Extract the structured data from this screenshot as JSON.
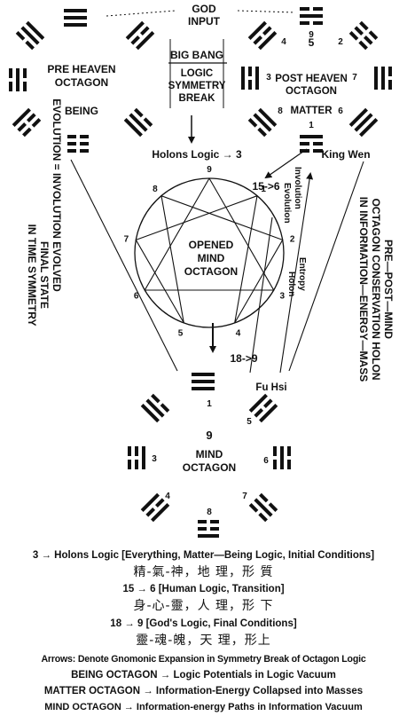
{
  "top": {
    "god_input": [
      "GOD",
      "INPUT"
    ],
    "big_bang": "BIG BANG",
    "logic_symmetry_break": [
      "LOGIC",
      "SYMMETRY",
      "BREAK"
    ],
    "holons_logic": "Holons Logic → 3"
  },
  "pre_heaven": {
    "title": [
      "PRE HEAVEN",
      "OCTAGON"
    ],
    "being": "BEING"
  },
  "post_heaven": {
    "top_number": "5",
    "title": [
      "POST HEAVEN",
      "OCTAGON"
    ],
    "matter": "MATTER",
    "numbers": [
      "4",
      "9",
      "2",
      "3",
      "7",
      "8",
      "1",
      "6"
    ],
    "king_wen": "King Wen"
  },
  "middle": {
    "left_vertical": [
      "EVOLUTION = INVOLUTION EVOLVED",
      "FINAL STATE",
      "IN TIME SYMMETRY"
    ],
    "right_vertical": [
      "PRE—POST—MIND",
      "OCTAGON CONSERVATION HOLON",
      "IN INFORMATION—ENERGY—MASS"
    ],
    "arrow_15_6": "15->6",
    "involution_evolution": [
      "Involution",
      "Evolution"
    ],
    "entropy_holon": [
      "Entropy",
      "Holon"
    ],
    "enneagram_title": [
      "OPENED",
      "MIND",
      "OCTAGON"
    ],
    "enneagram_numbers": [
      "9",
      "1",
      "2",
      "3",
      "4",
      "5",
      "6",
      "7",
      "8"
    ],
    "arrow_18_9": "18->9",
    "fu_hsi": "Fu Hsi"
  },
  "mind": {
    "center_number": "9",
    "title": [
      "MIND",
      "OCTAGON"
    ],
    "numbers": [
      "1",
      "5",
      "3",
      "6",
      "4",
      "7",
      "8"
    ]
  },
  "captions": [
    "3 → Holons Logic [Everything, Matter—Being Logic, Initial Conditions]",
    "精-氣-神，地 理，形 質",
    "15 → 6 [Human Logic, Transition]",
    "身-心-靈，人 理，形 下",
    "18 → 9 [God's Logic, Final Conditions]",
    "靈-魂-魄，天 理，形上",
    "Arrows: Denote Gnomonic Expansion in Symmetry Break of Octagon Logic",
    "BEING OCTAGON → Logic Potentials in Logic Vacuum",
    "MATTER OCTAGON → Information-Energy Collapsed into Masses",
    "MIND OCTAGON → Information-energy Paths in Information Vacuum"
  ]
}
